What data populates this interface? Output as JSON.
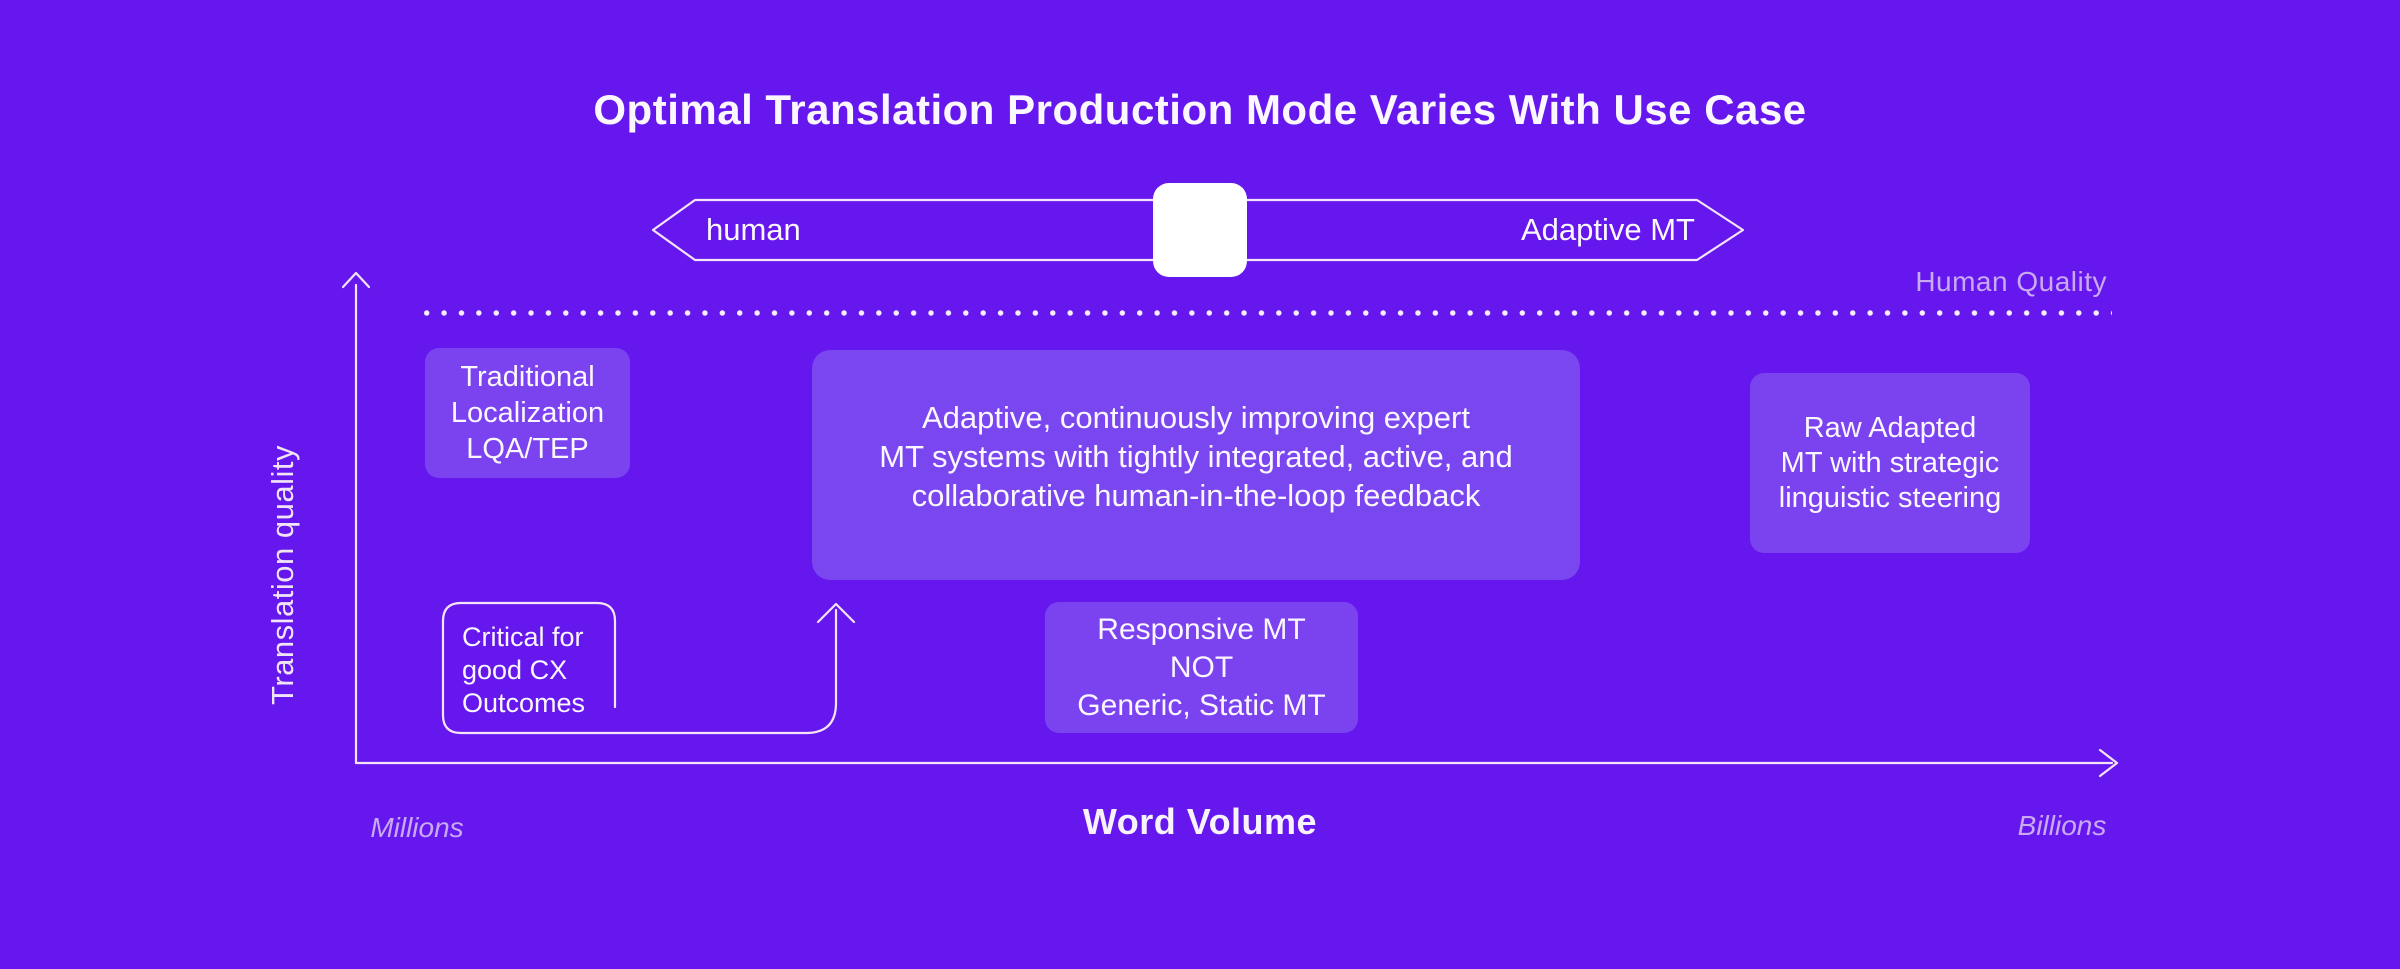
{
  "title": "Optimal Translation Production Mode Varies With Use Case",
  "slider": {
    "left_label": "human",
    "right_label": "Adaptive MT"
  },
  "threshold": {
    "label": "Human Quality"
  },
  "axes": {
    "y_label": "Translation quality",
    "x_label": "Word Volume",
    "x_min": "Millions",
    "x_max": "Billions"
  },
  "boxes": {
    "traditional": {
      "text": "Traditional\nLocalization\nLQA/TEP"
    },
    "adaptive": {
      "text": "Adaptive, continuously improving expert\nMT systems with tightly integrated, active, and\ncollaborative human-in-the-loop feedback"
    },
    "responsive": {
      "text": "Responsive MT\nNOT\nGeneric, Static MT"
    },
    "raw": {
      "text": "Raw Adapted\nMT with strategic\nlinguistic steering"
    }
  },
  "callout": {
    "text": "Critical for\ngood CX\nOutcomes"
  },
  "colors": {
    "background": "#6517EE",
    "panel": "#7B42F0",
    "panel_center": "#7A46EF",
    "stroke": "#F5E4F5",
    "lavender_text": "#C8A9F2",
    "white_text": "#FBF7FF"
  }
}
